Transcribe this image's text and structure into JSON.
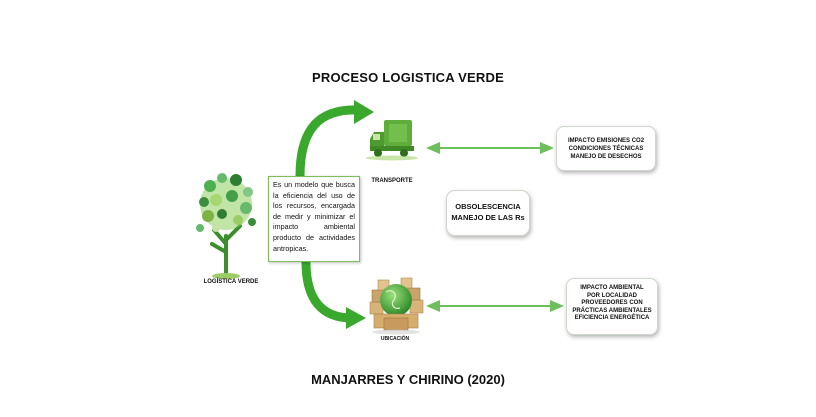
{
  "title": "PROCESO LOGISTICA VERDE",
  "footer": "MANJARRES Y CHIRINO (2020)",
  "tree_label": "LOGÍSTICA VERDE",
  "description": "Es un modelo que busca la eficiencia del uso de los recursos, encargada de medir y minimizar el impacto ambiental producto de actividades antropicas.",
  "transport": {
    "label": "TRANSPORTE",
    "impacts": [
      "IMPACTO EMISIONES CO2",
      "CONDICIONES TÉCNICAS",
      "MANEJO DE DESECHOS"
    ]
  },
  "center_box": [
    "OBSOLESCENCIA",
    "MANEJO DE LAS Rs"
  ],
  "location": {
    "label": "UBICACIÓN",
    "impacts": [
      "IMPACTO AMBIENTAL",
      "POR LOCALIDAD",
      "PROVEEDORES CON",
      "PRÁCTICAS AMBIENTALES",
      "EFICIENCIA ENERGÉTICA"
    ]
  },
  "colors": {
    "green": "#3aa82d",
    "arrow": "#6cbf5a",
    "dark_green": "#2e7d32"
  },
  "icons": [
    "tree-icon",
    "truck-icon",
    "globe-boxes-icon"
  ]
}
